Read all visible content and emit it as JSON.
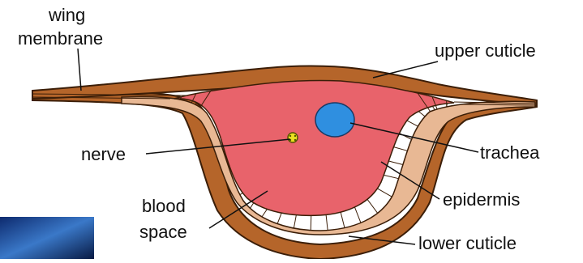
{
  "labels": {
    "wing_membrane_1": "wing",
    "wing_membrane_2": "membrane",
    "upper_cuticle": "upper cuticle",
    "nerve": "nerve",
    "trachea": "trachea",
    "blood_space_1": "blood",
    "blood_space_2": "space",
    "epidermis": "epidermis",
    "lower_cuticle": "lower cuticle"
  },
  "colors": {
    "cuticle": "#b5652a",
    "cuticle_stroke": "#3b1e08",
    "epidermis": "#e8b894",
    "blood_space": "#e8636b",
    "trachea": "#2f8fe0",
    "nerve": "#e8e020"
  }
}
